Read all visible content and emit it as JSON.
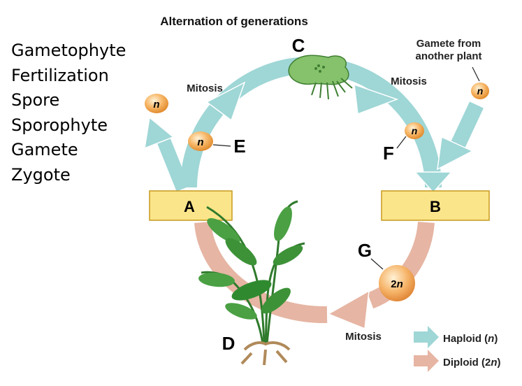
{
  "title": "Alternation of generations",
  "word_bank": [
    "Gametophyte",
    "Fertilization",
    "Spore",
    "Sporophyte",
    "Gamete",
    "Zygote"
  ],
  "boxes": {
    "a": "A",
    "b": "B"
  },
  "stage_labels": {
    "c": "C",
    "d": "D",
    "e": "E",
    "f": "F",
    "g": "G"
  },
  "mitosis_labels": {
    "top_left": "Mitosis",
    "top_right": "Mitosis",
    "bottom": "Mitosis"
  },
  "gamete_from": {
    "line1": "Gamete from",
    "line2": "another plant"
  },
  "cells": {
    "haploid": "n",
    "diploid_num": "2",
    "diploid_var": "n"
  },
  "legend": {
    "haploid": {
      "prefix": "Haploid (",
      "var": "n",
      "suffix": ")",
      "color": "#9fd6d6"
    },
    "diploid": {
      "prefix": "Diploid (2",
      "var": "n",
      "suffix": ")",
      "color": "#e6b5a3"
    }
  },
  "colors": {
    "box_fill": "#fbe58a",
    "box_stroke": "#c79a1e",
    "cell_fill": "#f7b768"
  }
}
